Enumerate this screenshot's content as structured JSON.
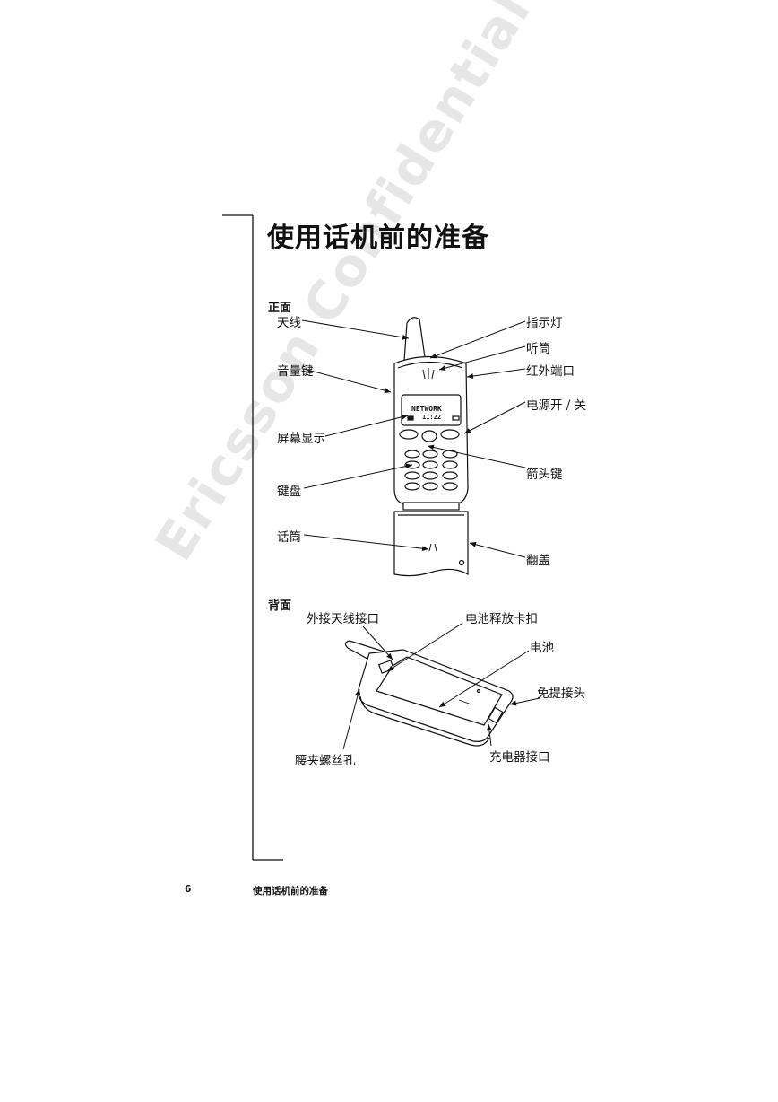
{
  "watermark": "Ericsson Confidential - Not Ericsson AB",
  "title": "使用话机前的准备",
  "front": {
    "heading": "正面",
    "labels": {
      "antenna": "天线",
      "indicator": "指示灯",
      "earpiece": "听筒",
      "volume": "音量键",
      "infrared": "红外端口",
      "power": "电源开 / 关",
      "display": "屏幕显示",
      "arrow_keys": "箭头键",
      "keypad": "键盘",
      "microphone": "话筒",
      "flip": "翻盖"
    },
    "screen": {
      "operator": "NETWORK",
      "time": "11:22"
    }
  },
  "back": {
    "heading": "背面",
    "labels": {
      "ext_antenna": "外接天线接口",
      "battery_release": "电池释放卡扣",
      "battery": "电池",
      "handsfree": "免提接头",
      "clip_hole": "腰夹螺丝孔",
      "charger": "充电器接口"
    }
  },
  "footer": {
    "page_number": "6",
    "section_title": "使用话机前的准备"
  }
}
